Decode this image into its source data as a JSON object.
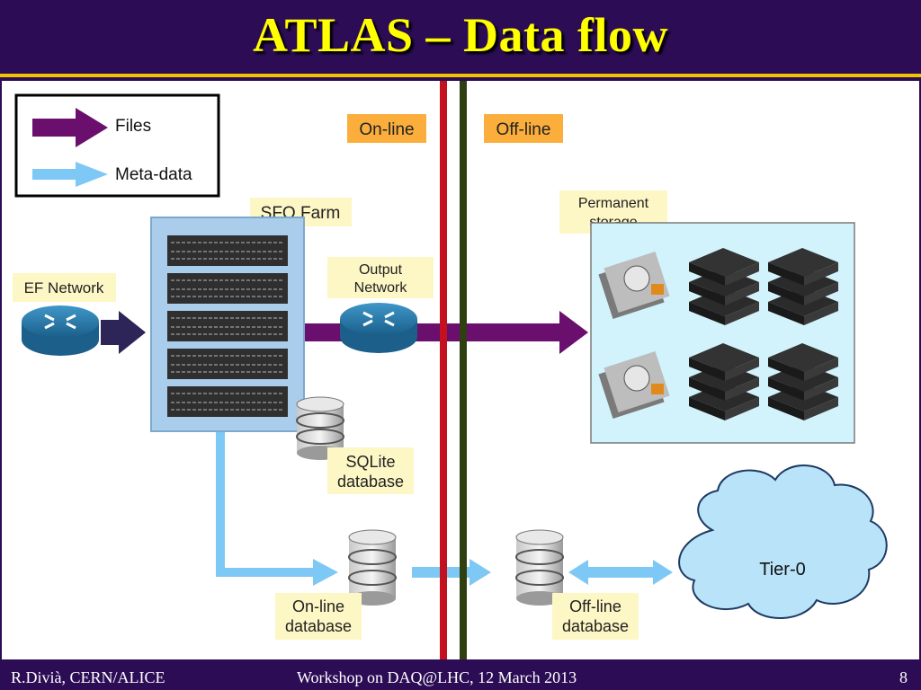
{
  "title": "ATLAS – Data flow",
  "legend": {
    "files": "Files",
    "metadata": "Meta-data"
  },
  "zones": {
    "online": "On-line",
    "offline": "Off-line"
  },
  "nodes": {
    "ef_network": "EF Network",
    "sfo_farm": "SFO Farm",
    "output_network": [
      "Output",
      "Network"
    ],
    "permanent_storage": [
      "Permanent",
      "storage"
    ],
    "sqlite_db": [
      "SQLite",
      "database"
    ],
    "online_db": [
      "On-line",
      "database"
    ],
    "offline_db": [
      "Off-line",
      "database"
    ],
    "tier0": "Tier-0"
  },
  "footer": {
    "author": "R.Divià, CERN/ALICE",
    "event": "Workshop on DAQ@LHC, 12 March 2013",
    "page": "8"
  },
  "colors": {
    "background": "#2b0c55",
    "title": "#ffff00",
    "files_arrow": "#6a0f6d",
    "metadata_arrow": "#7ec8f5",
    "label_bg": "#fdf6c5",
    "zone_label_bg": "#fbae3c",
    "online_line": "#c3121e",
    "offline_line": "#2f3f10"
  }
}
